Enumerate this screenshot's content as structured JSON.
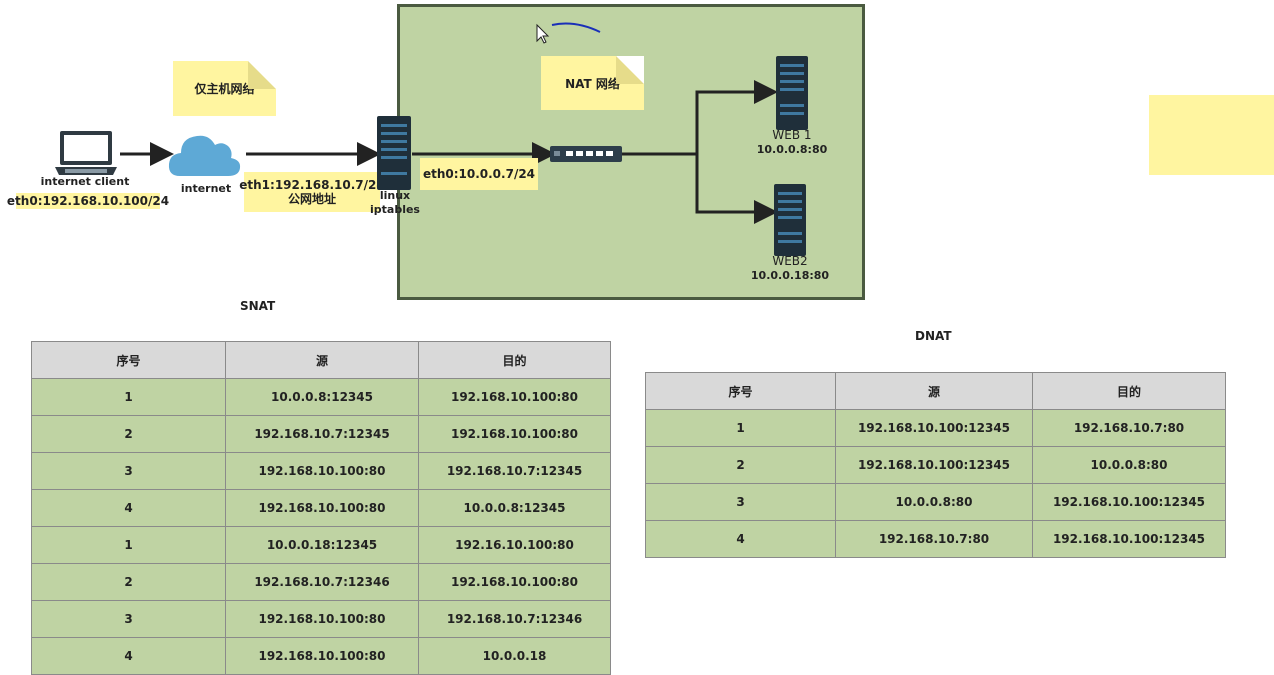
{
  "notes": {
    "host_network": "仅主机网络",
    "nat_network": "NAT 网络",
    "eth1": "eth1:192.168.10.7/24",
    "public_addr": "公网地址",
    "eth0_inner": "eth0:10.0.0.7/24"
  },
  "devices": {
    "client_name": "internet client",
    "client_ip": "eth0:192.168.10.100/24",
    "internet": "internet",
    "linux_line1": "linux",
    "linux_line2": "iptables",
    "web1_name": "WEB 1",
    "web1_addr": "10.0.0.8:80",
    "web2_name": "WEB2",
    "web2_addr": "10.0.0.18:80"
  },
  "snat": {
    "title": "SNAT",
    "headers": [
      "序号",
      "源",
      "目的"
    ],
    "rows": [
      [
        "1",
        "10.0.0.8:12345",
        "192.168.10.100:80"
      ],
      [
        "2",
        "192.168.10.7:12345",
        "192.168.10.100:80"
      ],
      [
        "3",
        "192.168.10.100:80",
        "192.168.10.7:12345"
      ],
      [
        "4",
        "192.168.10.100:80",
        "10.0.0.8:12345"
      ],
      [
        "1",
        "10.0.0.18:12345",
        "192.16.10.100:80"
      ],
      [
        "2",
        "192.168.10.7:12346",
        "192.168.10.100:80"
      ],
      [
        "3",
        "192.168.10.100:80",
        "192.168.10.7:12346"
      ],
      [
        "4",
        "192.168.10.100:80",
        "10.0.0.18"
      ]
    ]
  },
  "dnat": {
    "title": "DNAT",
    "headers": [
      "序号",
      "源",
      "目的"
    ],
    "rows": [
      [
        "1",
        "192.168.10.100:12345",
        "192.168.10.7:80"
      ],
      [
        "2",
        "192.168.10.100:12345",
        "10.0.0.8:80"
      ],
      [
        "3",
        "10.0.0.8:80",
        "192.168.10.100:12345"
      ],
      [
        "4",
        "192.168.10.7:80",
        "192.168.10.100:12345"
      ]
    ]
  },
  "colors": {
    "nat_zone_fill": "#bfd3a3",
    "table_header": "#d9d9d9",
    "sticky_note": "#fff5a0",
    "server": "#1f2f3a",
    "cloud": "#5ea9d6"
  }
}
